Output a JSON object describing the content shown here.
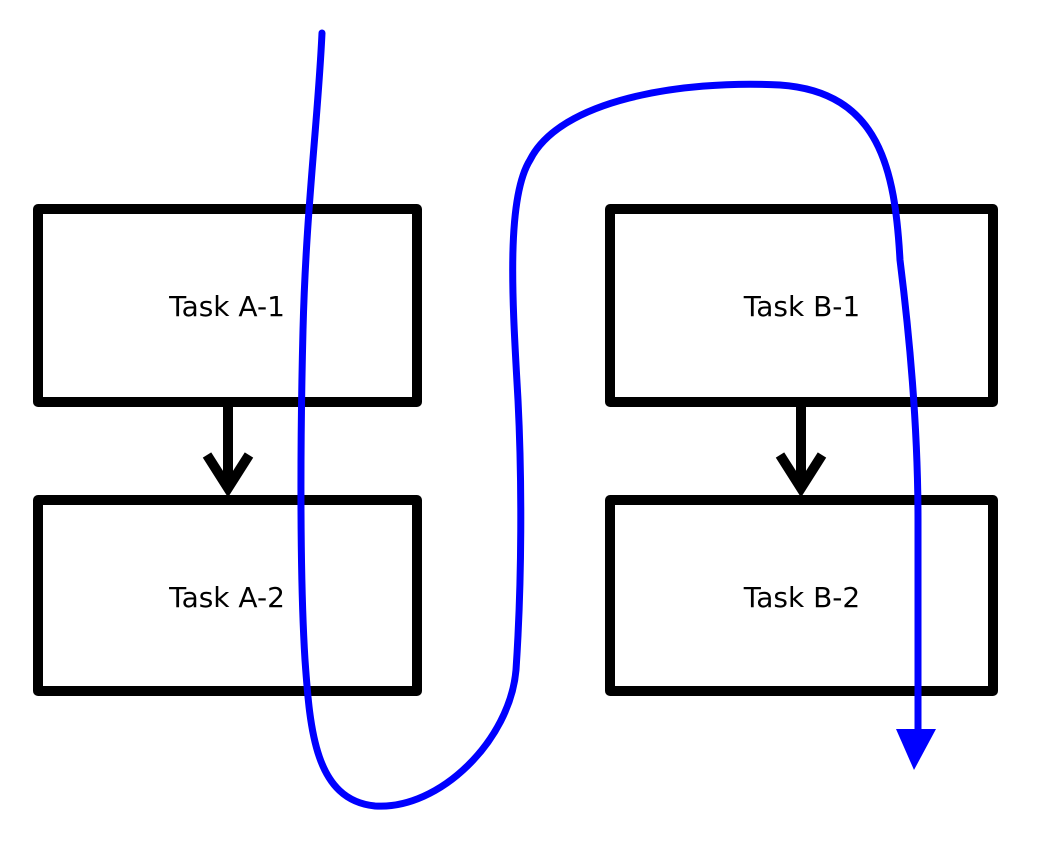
{
  "diagram": {
    "tasks": [
      {
        "id": "a1",
        "label": "Task A-1"
      },
      {
        "id": "a2",
        "label": "Task A-2"
      },
      {
        "id": "b1",
        "label": "Task B-1"
      },
      {
        "id": "b2",
        "label": "Task B-2"
      }
    ],
    "dependencies": [
      {
        "from": "Task A-1",
        "to": "Task A-2"
      },
      {
        "from": "Task B-1",
        "to": "Task B-2"
      }
    ],
    "execution_flow": {
      "color": "#0000ff",
      "order": [
        "Task A-1",
        "Task A-2",
        "Task B-1",
        "Task B-2"
      ]
    },
    "colors": {
      "box_stroke": "#000000",
      "arrow": "#000000",
      "flow": "#0000ff"
    }
  }
}
